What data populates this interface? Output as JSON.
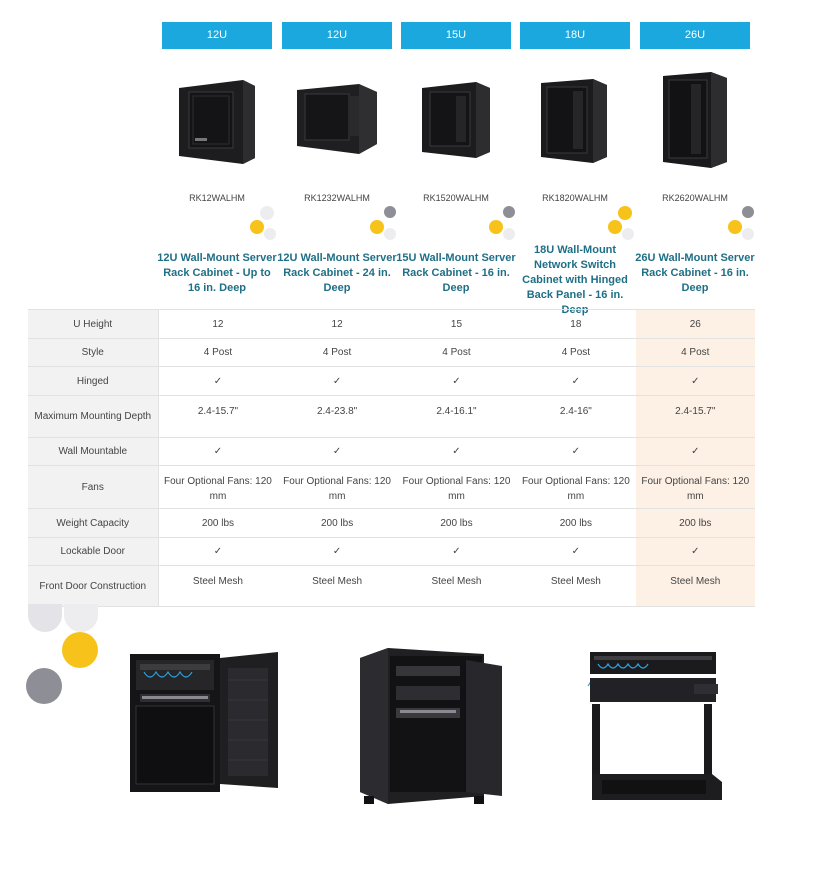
{
  "products": [
    {
      "heading": "12U",
      "sku": "RK12WALHM",
      "title": "12U Wall-Mount Server Rack Cabinet - Up to 16 in. Deep"
    },
    {
      "heading": "12U",
      "sku": "RK1232WALHM",
      "title": "12U Wall-Mount Server Rack Cabinet - 24 in. Deep"
    },
    {
      "heading": "15U",
      "sku": "RK1520WALHM",
      "title": "15U Wall-Mount Server Rack Cabinet - 16 in. Deep"
    },
    {
      "heading": "18U",
      "sku": "RK1820WALHM",
      "title": "18U Wall-Mount Network Switch Cabinet with Hinged Back Panel - 16 in. Deep"
    },
    {
      "heading": "26U",
      "sku": "RK2620WALHM",
      "title": "26U Wall-Mount Server Rack Cabinet - 16 in. Deep"
    }
  ],
  "rows": [
    {
      "label": "U Height",
      "values": [
        "12",
        "12",
        "15",
        "18",
        "26"
      ]
    },
    {
      "label": "Style",
      "values": [
        "4 Post",
        "4 Post",
        "4 Post",
        "4 Post",
        "4 Post"
      ]
    },
    {
      "label": "Hinged",
      "values": [
        "✓",
        "✓",
        "✓",
        "✓",
        "✓"
      ]
    },
    {
      "label": "Maximum Mounting Depth",
      "values": [
        "2.4-15.7\"",
        "2.4-23.8\"",
        "2.4-16.1\"",
        "2.4-16\"",
        "2.4-15.7\""
      ]
    },
    {
      "label": "Wall Mountable",
      "values": [
        "✓",
        "✓",
        "✓",
        "✓",
        "✓"
      ]
    },
    {
      "label": "Fans",
      "values": [
        "Four Optional Fans: 120 mm",
        "Four Optional Fans: 120 mm",
        "Four Optional Fans: 120 mm",
        "Four Optional Fans: 120 mm",
        "Four Optional Fans: 120 mm"
      ]
    },
    {
      "label": "Weight Capacity",
      "values": [
        "200 lbs",
        "200 lbs",
        "200 lbs",
        "200 lbs",
        "200 lbs"
      ]
    },
    {
      "label": "Lockable Door",
      "values": [
        "✓",
        "✓",
        "✓",
        "✓",
        "✓"
      ]
    },
    {
      "label": "Front Door Construction",
      "values": [
        "Steel Mesh",
        "Steel Mesh",
        "Steel Mesh",
        "Steel Mesh",
        "Steel Mesh"
      ]
    }
  ],
  "colors": {
    "header_blue": "#1ba8de",
    "title_teal": "#1f6f86",
    "highlight": "#fdf1e6",
    "yellow": "#f7c21a",
    "gray": "#8e8e96"
  }
}
